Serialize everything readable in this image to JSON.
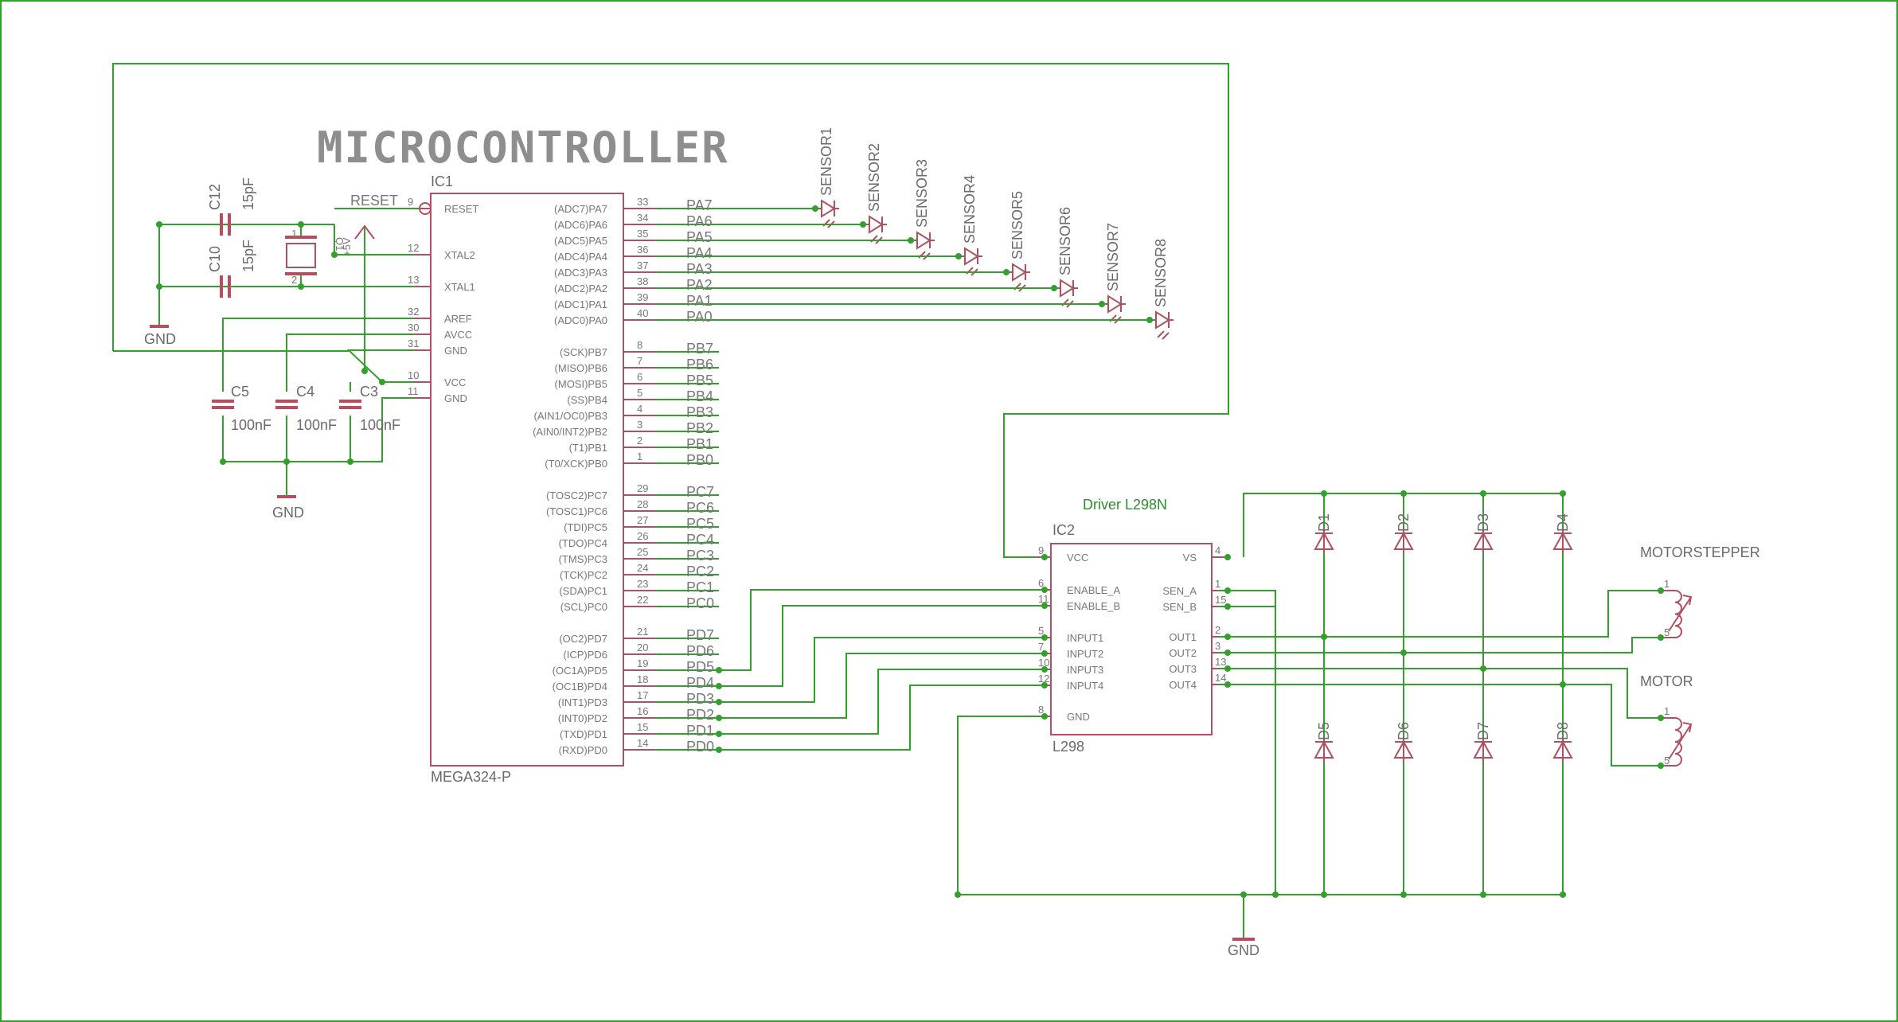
{
  "title": "MICROCONTROLLER",
  "ic1": {
    "ref": "IC1",
    "part": "MEGA324-P",
    "left_pins": [
      {
        "num": "9",
        "name": "RESET"
      },
      {
        "num": "12",
        "name": "XTAL2"
      },
      {
        "num": "13",
        "name": "XTAL1"
      },
      {
        "num": "32",
        "name": "AREF"
      },
      {
        "num": "30",
        "name": "AVCC"
      },
      {
        "num": "31",
        "name": "GND"
      },
      {
        "num": "10",
        "name": "VCC"
      },
      {
        "num": "11",
        "name": "GND"
      }
    ],
    "right_pins": [
      {
        "num": "33",
        "name": "(ADC7)PA7",
        "net": "PA7"
      },
      {
        "num": "34",
        "name": "(ADC6)PA6",
        "net": "PA6"
      },
      {
        "num": "35",
        "name": "(ADC5)PA5",
        "net": "PA5"
      },
      {
        "num": "36",
        "name": "(ADC4)PA4",
        "net": "PA4"
      },
      {
        "num": "37",
        "name": "(ADC3)PA3",
        "net": "PA3"
      },
      {
        "num": "38",
        "name": "(ADC2)PA2",
        "net": "PA2"
      },
      {
        "num": "39",
        "name": "(ADC1)PA1",
        "net": "PA1"
      },
      {
        "num": "40",
        "name": "(ADC0)PA0",
        "net": "PA0"
      },
      {
        "num": "8",
        "name": "(SCK)PB7",
        "net": "PB7"
      },
      {
        "num": "7",
        "name": "(MISO)PB6",
        "net": "PB6"
      },
      {
        "num": "6",
        "name": "(MOSI)PB5",
        "net": "PB5"
      },
      {
        "num": "5",
        "name": "(SS)PB4",
        "net": "PB4"
      },
      {
        "num": "4",
        "name": "(AIN1/OC0)PB3",
        "net": "PB3"
      },
      {
        "num": "3",
        "name": "(AIN0/INT2)PB2",
        "net": "PB2"
      },
      {
        "num": "2",
        "name": "(T1)PB1",
        "net": "PB1"
      },
      {
        "num": "1",
        "name": "(T0/XCK)PB0",
        "net": "PB0"
      },
      {
        "num": "29",
        "name": "(TOSC2)PC7",
        "net": "PC7"
      },
      {
        "num": "28",
        "name": "(TOSC1)PC6",
        "net": "PC6"
      },
      {
        "num": "27",
        "name": "(TDI)PC5",
        "net": "PC5"
      },
      {
        "num": "26",
        "name": "(TDO)PC4",
        "net": "PC4"
      },
      {
        "num": "25",
        "name": "(TMS)PC3",
        "net": "PC3"
      },
      {
        "num": "24",
        "name": "(TCK)PC2",
        "net": "PC2"
      },
      {
        "num": "23",
        "name": "(SDA)PC1",
        "net": "PC1"
      },
      {
        "num": "22",
        "name": "(SCL)PC0",
        "net": "PC0"
      },
      {
        "num": "21",
        "name": "(OC2)PD7",
        "net": "PD7"
      },
      {
        "num": "20",
        "name": "(ICP)PD6",
        "net": "PD6"
      },
      {
        "num": "19",
        "name": "(OC1A)PD5",
        "net": "PD5"
      },
      {
        "num": "18",
        "name": "(OC1B)PD4",
        "net": "PD4"
      },
      {
        "num": "17",
        "name": "(INT1)PD3",
        "net": "PD3"
      },
      {
        "num": "16",
        "name": "(INT0)PD2",
        "net": "PD2"
      },
      {
        "num": "15",
        "name": "(TXD)PD1",
        "net": "PD1"
      },
      {
        "num": "14",
        "name": "(RXD)PD0",
        "net": "PD0"
      }
    ]
  },
  "reset_label": "RESET",
  "vcc_label": "+5V",
  "gnd_label": "GND",
  "crystal": {
    "ref": "Q1",
    "pin1": "1",
    "pin2": "2"
  },
  "capacitors": [
    {
      "ref": "C12",
      "value": "15pF"
    },
    {
      "ref": "C10",
      "value": "15pF"
    },
    {
      "ref": "C5",
      "value": "100nF"
    },
    {
      "ref": "C4",
      "value": "100nF"
    },
    {
      "ref": "C3",
      "value": "100nF"
    }
  ],
  "sensors": [
    "SENSOR1",
    "SENSOR2",
    "SENSOR3",
    "SENSOR4",
    "SENSOR5",
    "SENSOR6",
    "SENSOR7",
    "SENSOR8"
  ],
  "ic2": {
    "title": "Driver L298N",
    "ref": "IC2",
    "part": "L298",
    "left_pins": [
      {
        "num": "9",
        "name": "VCC"
      },
      {
        "num": "6",
        "name": "ENABLE_A"
      },
      {
        "num": "11",
        "name": "ENABLE_B"
      },
      {
        "num": "5",
        "name": "INPUT1"
      },
      {
        "num": "7",
        "name": "INPUT2"
      },
      {
        "num": "10",
        "name": "INPUT3"
      },
      {
        "num": "12",
        "name": "INPUT4"
      },
      {
        "num": "8",
        "name": "GND"
      }
    ],
    "right_pins": [
      {
        "num": "4",
        "name": "VS"
      },
      {
        "num": "1",
        "name": "SEN_A"
      },
      {
        "num": "15",
        "name": "SEN_B"
      },
      {
        "num": "2",
        "name": "OUT1"
      },
      {
        "num": "3",
        "name": "OUT2"
      },
      {
        "num": "13",
        "name": "OUT3"
      },
      {
        "num": "14",
        "name": "OUT4"
      }
    ]
  },
  "diodes": [
    "D1",
    "D2",
    "D3",
    "D4",
    "D5",
    "D6",
    "D7",
    "D8"
  ],
  "motors": [
    {
      "label": "MOTORSTEPPER",
      "pin1": "1",
      "pin2": "5"
    },
    {
      "label": "MOTOR",
      "pin1": "1",
      "pin2": "5"
    }
  ],
  "colors": {
    "wire": "#33a02c",
    "symbol": "#b05060",
    "text": "#777777",
    "frame": "#33a02c"
  }
}
